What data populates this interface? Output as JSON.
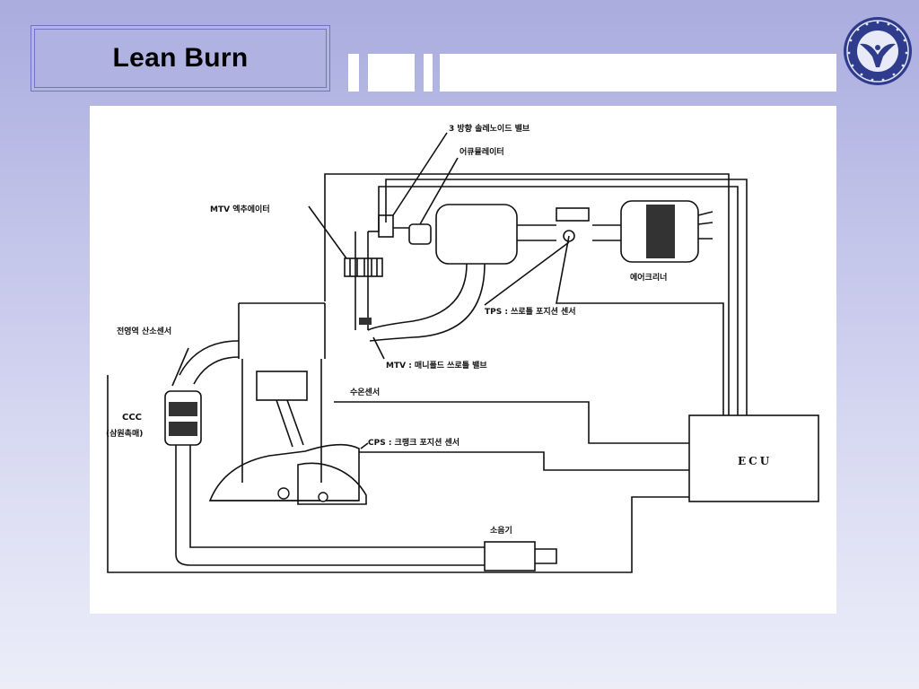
{
  "slide": {
    "title": "Lean Burn"
  },
  "logo": {
    "icon": "university-emblem-icon"
  },
  "diagram": {
    "labels": {
      "three_way_solenoid": "3 방향 솔레노이드 밸브",
      "accumulator": "어큐뮬레이터",
      "mtv_actuator": "MTV 엑추에이터",
      "air_cleaner": "에어크리너",
      "tps": "TPS : 쓰로틀 포지션 센서",
      "o2_sensor": "전영역 산소센서",
      "mtv_valve": "MTV : 매니폴드 쓰로틀 밸브",
      "coolant_sensor": "수온센서",
      "ccc": "CCC",
      "ccc_sub": "(삼원촉매)",
      "cps": "CPS : 크랭크 포지션 센서",
      "ecu": "ECU",
      "muffler": "소음기"
    }
  }
}
